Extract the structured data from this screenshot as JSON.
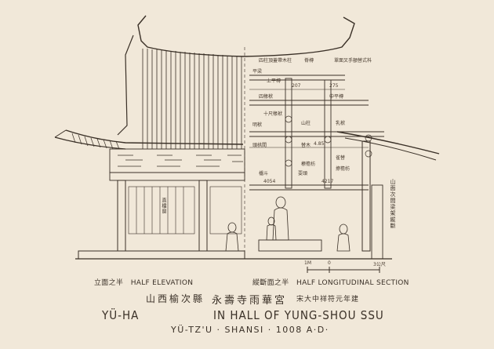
{
  "captions": {
    "left_cn": "立面之半",
    "left_en": "HALF ELEVATION",
    "right_cn": "縱斷面之半",
    "right_en": "HALF LONGITUDINAL SECTION"
  },
  "title_block": {
    "location_cn": "山西榆次縣",
    "building_cn": "永壽寺雨華宮",
    "date_cn": "宋大中祥符元年建",
    "title_en_left": "YÜ-HA",
    "title_en_right": "IN HALL OF YUNG-SHOU SSU",
    "subtitle": "YÜ-TZ'U · SHANSI · 1008 A·D·"
  },
  "scale_bar": {
    "label_zero": "0",
    "label_start": "1M",
    "label_end": "3公尺"
  },
  "annotations": {
    "a1": "四柱頂蓋帶木柱",
    "a2": "脊槫",
    "a3": "單面叉手額替式枓",
    "a4": "平梁",
    "a5": "上平槫",
    "a6": "四椽栿",
    "a7": "中平槫",
    "a8": "十尺椽袱",
    "a9": "明栿",
    "a10": "山柱",
    "a11": "乳栿",
    "a12": "頭栱間",
    "a13": "替木",
    "a14": "雀替",
    "a15": "橑檐枋",
    "a16": "耍頭",
    "a17": "櫨斗",
    "a18": "撩檐枋",
    "dim_a": "207",
    "dim_b": "275",
    "dim_c": "4.85",
    "height_left": "4054",
    "height_right": "4217"
  },
  "vertical_note": "山面次間梁架縱斷",
  "door_note": "直欞窗"
}
